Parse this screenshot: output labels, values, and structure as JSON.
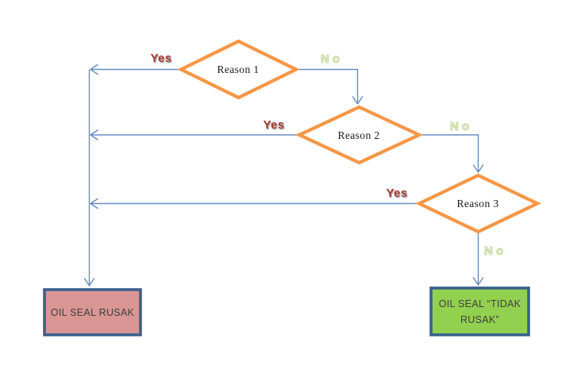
{
  "flowchart": {
    "decisions": [
      {
        "label": "Reason 1",
        "yes_label": "Yes",
        "no_label": "No"
      },
      {
        "label": "Reason 2",
        "yes_label": "Yes",
        "no_label": "No"
      },
      {
        "label": "Reason 3",
        "yes_label": "Yes",
        "no_label": "No"
      }
    ],
    "outcomes": {
      "rusak": {
        "label": "OIL SEAL RUSAK"
      },
      "tidak_rusak": {
        "label": "OIL SEAL “TIDAK RUSAK”"
      }
    },
    "colors": {
      "diamond_border": "#F79646",
      "decision_fill": "#FFFFFF",
      "decision_text": "#1a1a1a",
      "connector": "#688BC4",
      "yes_text": "#A53A31",
      "no_text": "#EAF1DB",
      "box_border": "#38618E",
      "rusak_fill": "#D99694",
      "tidak_rusak_fill": "#92D050",
      "outcome_text": "#3F3F3F"
    }
  }
}
